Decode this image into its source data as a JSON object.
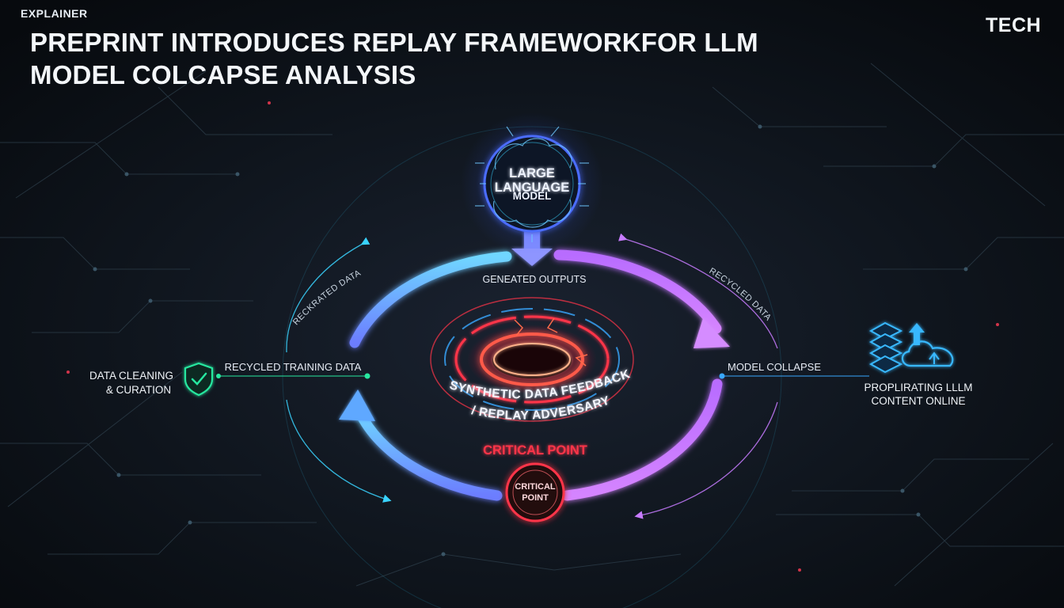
{
  "header": {
    "kicker": "EXPLAINER",
    "title_line1": "PREPRINT INTRODUCES REPLAY FRAMEWORKFOR LLM",
    "title_line2": "MODEL COLCAPSE ANALYSIS",
    "brand": "TECH"
  },
  "diagram": {
    "core_node": {
      "line1": "LARGE",
      "line2": "LANGUAGE",
      "line3": "MODEL"
    },
    "generated_outputs": "GENEATED OUTPUTS",
    "model_collapse": "MODEL COLLAPSE",
    "recycled_training_data": "RECYCLED TRAINING DATA",
    "data_cleaning_line1": "DATA CLEANING",
    "data_cleaning_line2": "& CURATION",
    "proliferating_line1": "PROPLIRATING LLLM",
    "proliferating_line2": "CONTENT ONLINE",
    "left_arc_label": "RECKRATED DATA",
    "right_arc_label": "RECYCLED DATA",
    "center_line1": "SYNTHETIC DATA FEEDBACK",
    "center_line2": "/ REPLAY ADVERSARY",
    "critical_point_label": "CRITICAL POINT",
    "critical_badge_line1": "CRITICAL",
    "critical_badge_line2": "POINT"
  },
  "colors": {
    "background": "#0b1016",
    "cyan": "#39d3ff",
    "blue": "#5f8bff",
    "violet": "#c77bff",
    "red": "#ff3448",
    "green": "#28e8a0",
    "ice": "#dff3ff"
  },
  "icons": {
    "core": "brain-circuit-icon",
    "left_node": "shield-icon",
    "right_node": "server-cloud-upload-icon"
  }
}
